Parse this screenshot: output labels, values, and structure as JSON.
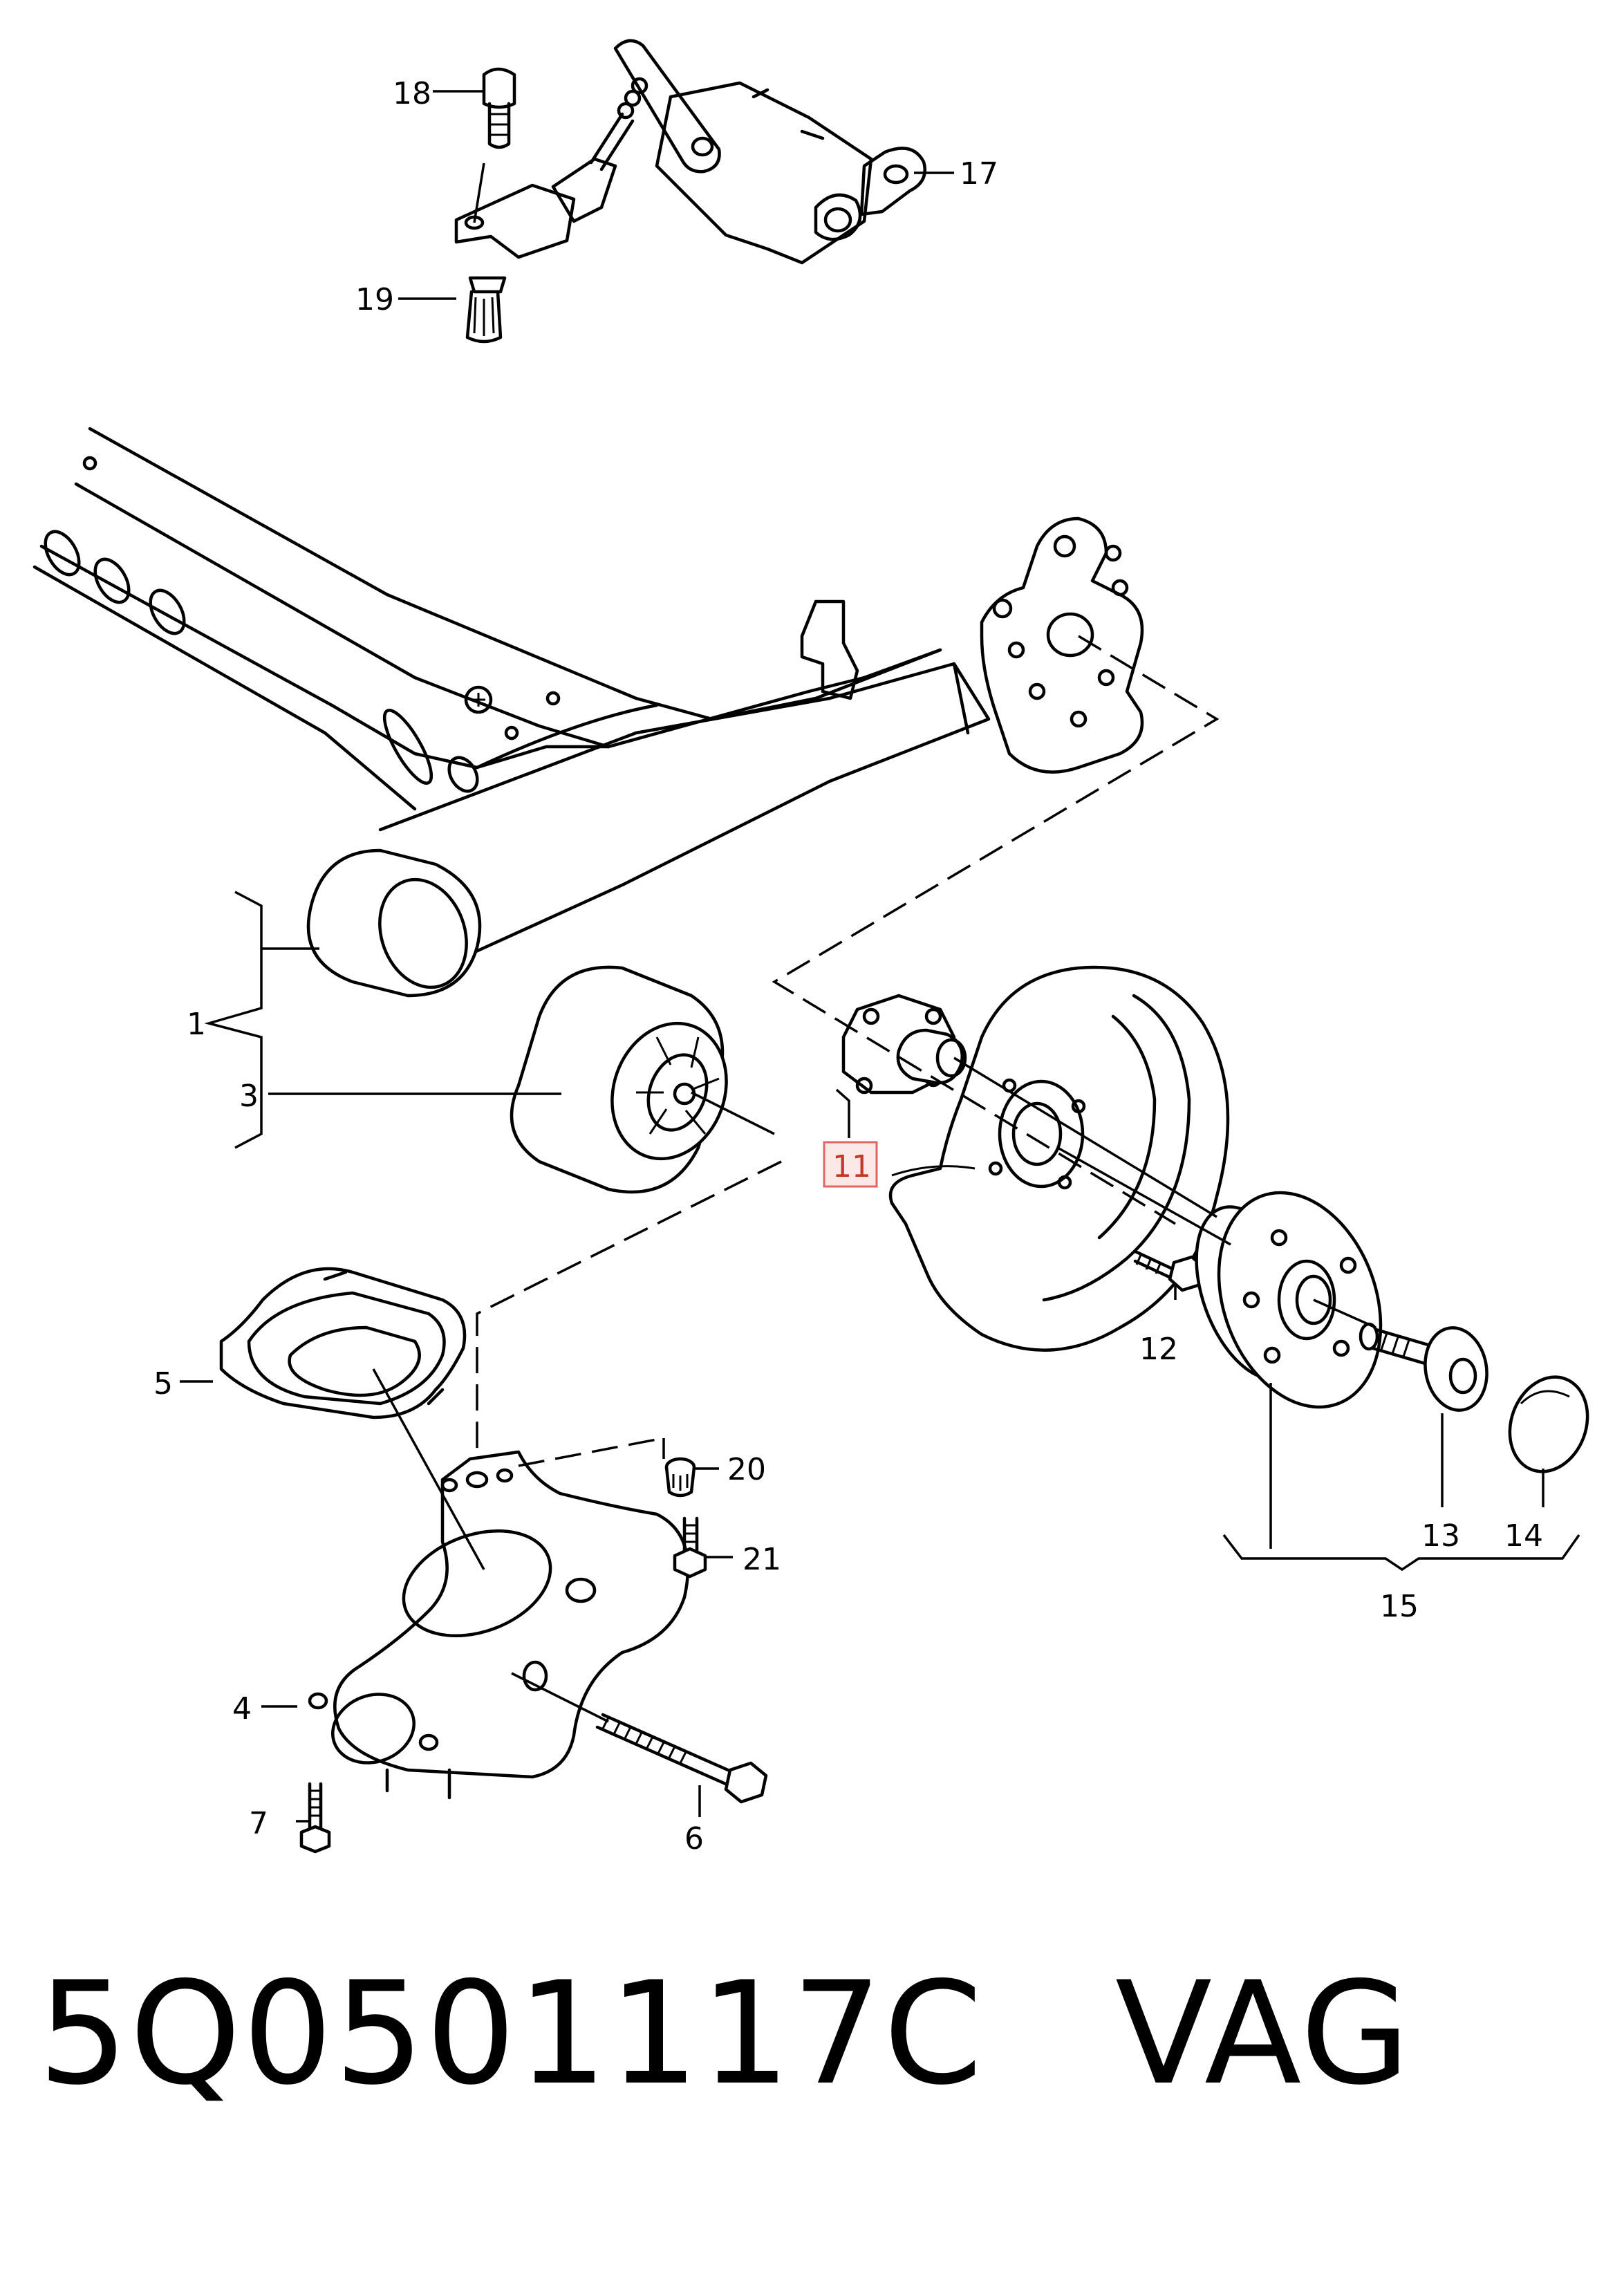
{
  "diagram": {
    "callouts": [
      "18",
      "17",
      "19",
      "1",
      "3",
      "11",
      "12",
      "5",
      "20",
      "21",
      "13",
      "14",
      "15",
      "4",
      "7",
      "6"
    ],
    "highlighted_callout": "11"
  },
  "footer": {
    "part_number": "5Q0501117C",
    "brand": "VAG"
  }
}
